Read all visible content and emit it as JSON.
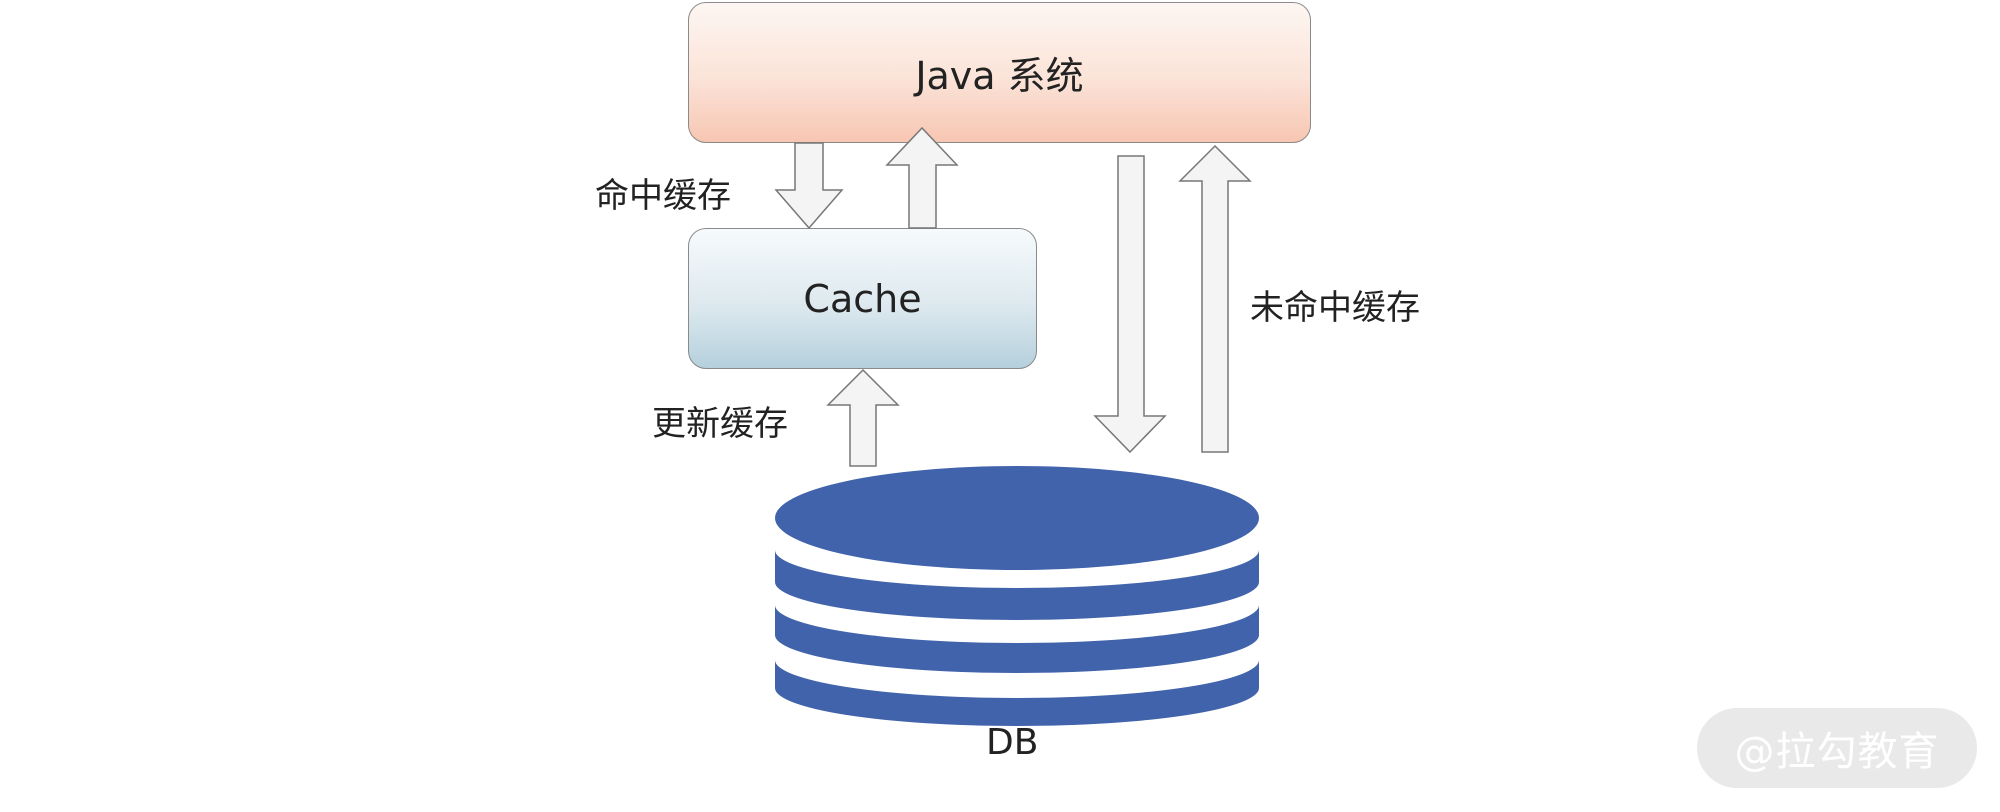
{
  "nodes": {
    "java": "Java 系统",
    "cache": "Cache",
    "db": "DB"
  },
  "edges": {
    "hit_cache": "命中缓存",
    "update_cache": "更新缓存",
    "miss_cache": "未命中缓存"
  },
  "watermark": "@拉勾教育",
  "colors": {
    "db_fill": "#4163ab",
    "arrow_fill": "#f4f4f4",
    "arrow_stroke": "#777777"
  }
}
